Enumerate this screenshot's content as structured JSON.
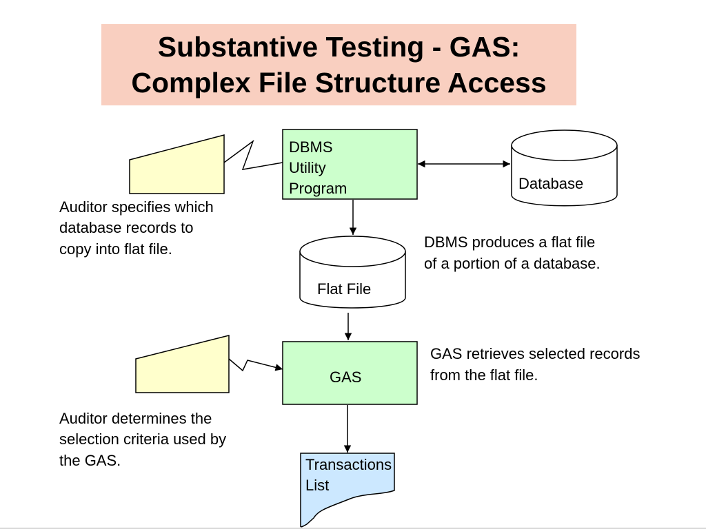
{
  "title": {
    "line1": "Substantive Testing - GAS:",
    "line2": "Complex File Structure Access"
  },
  "nodes": {
    "dbms_utility": [
      "DBMS",
      "Utility",
      "Program"
    ],
    "database": "Database",
    "flat_file": "Flat File",
    "gas": "GAS",
    "transactions_list": [
      "Transactions",
      "List"
    ]
  },
  "annotations": {
    "auditor_specifies": [
      "Auditor specifies which",
      "database records to",
      "copy into flat file."
    ],
    "dbms_produces": [
      "DBMS produces a flat file",
      "of a portion of a database."
    ],
    "gas_retrieves": [
      "GAS retrieves selected records",
      "from the flat file."
    ],
    "auditor_determines": [
      "Auditor determines the",
      "selection criteria used by",
      "the GAS."
    ]
  },
  "colors": {
    "title_bg": "#f9cfc0",
    "process_fill": "#ccffcc",
    "manual_input_fill": "#ffffcc",
    "document_fill": "#cce8ff",
    "stroke": "#000000"
  }
}
